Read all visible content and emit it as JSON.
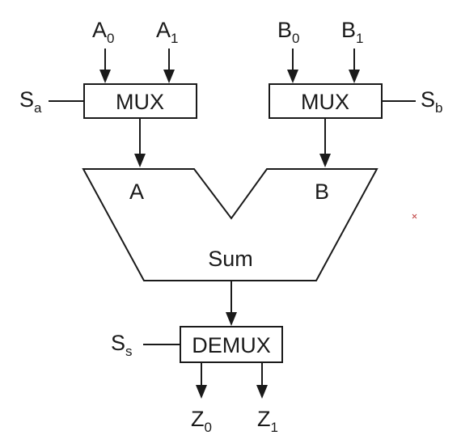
{
  "inputs": {
    "a0": {
      "base": "A",
      "sub": "0"
    },
    "a1": {
      "base": "A",
      "sub": "1"
    },
    "b0": {
      "base": "B",
      "sub": "0"
    },
    "b1": {
      "base": "B",
      "sub": "1"
    }
  },
  "selects": {
    "sa": {
      "base": "S",
      "sub": "a"
    },
    "sb": {
      "base": "S",
      "sub": "b"
    },
    "ss": {
      "base": "S",
      "sub": "s"
    }
  },
  "mux_left": {
    "label": "MUX"
  },
  "mux_right": {
    "label": "MUX"
  },
  "alu": {
    "input_a": "A",
    "input_b": "B",
    "output": "Sum"
  },
  "demux": {
    "label": "DEMUX"
  },
  "outputs": {
    "z0": {
      "base": "Z",
      "sub": "0"
    },
    "z1": {
      "base": "Z",
      "sub": "1"
    }
  },
  "colors": {
    "stroke": "#1a1a1a",
    "background": "#ffffff"
  }
}
